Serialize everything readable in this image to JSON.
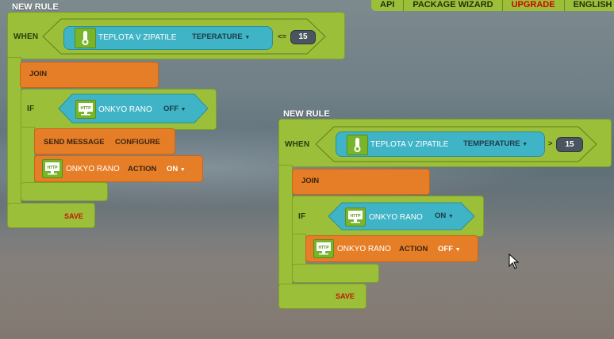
{
  "nav": {
    "items": [
      "API",
      "PACKAGE WIZARD",
      "UPGRADE",
      "ENGLISH"
    ]
  },
  "rules": [
    {
      "title": "NEW RULE",
      "when_label": "WHEN",
      "sensor_name": "TEPLOTA V ZIPATILE",
      "sensor_prop": "TEPERATURE",
      "operator": "<=",
      "value": "15",
      "join_label": "JOIN",
      "if_label": "IF",
      "if_device": "ONKYO RANO",
      "if_state": "OFF",
      "send_label": "SEND MESSAGE",
      "send_value": "CONFIGURE",
      "act_device": "ONKYO RANO",
      "act_label": "ACTION",
      "act_value": "ON",
      "save_label": "SAVE"
    },
    {
      "title": "NEW RULE",
      "when_label": "WHEN",
      "sensor_name": "TEPLOTA V ZIPATILE",
      "sensor_prop": "TEMPERATURE",
      "operator": ">",
      "value": "15",
      "join_label": "JOIN",
      "if_label": "IF",
      "if_device": "ONKYO RANO",
      "if_state": "ON",
      "act_device": "ONKYO RANO",
      "act_label": "ACTION",
      "act_value": "OFF",
      "save_label": "SAVE"
    }
  ],
  "colors": {
    "block_green": "#9cbf3a",
    "block_orange": "#e67e28",
    "block_teal": "#3fb4c6",
    "save_red": "#c0180c"
  }
}
